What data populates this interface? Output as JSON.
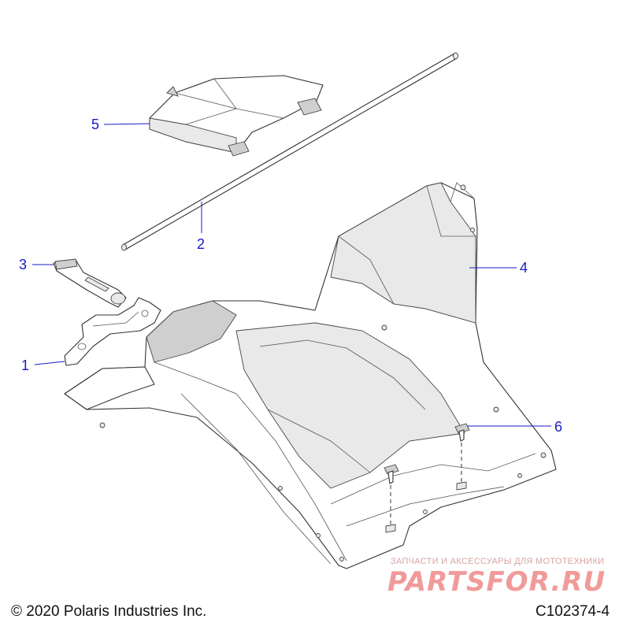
{
  "diagram": {
    "callouts": [
      {
        "id": "1",
        "label": "1"
      },
      {
        "id": "2",
        "label": "2"
      },
      {
        "id": "3",
        "label": "3"
      },
      {
        "id": "4",
        "label": "4"
      },
      {
        "id": "5",
        "label": "5"
      },
      {
        "id": "6",
        "label": "6"
      }
    ]
  },
  "footer": {
    "copyright": "© 2020 Polaris Industries Inc.",
    "drawing_code": "C102374-4"
  },
  "watermark": {
    "tagline": "ЗАПЧАСТИ И АКСЕССУАРЫ ДЛЯ МОТОТЕХНИКИ",
    "brand": "PARTSFOR.RU"
  },
  "colors": {
    "callout": "#1a1ac8",
    "linework": "#333333",
    "watermark": "#f19a9a"
  }
}
